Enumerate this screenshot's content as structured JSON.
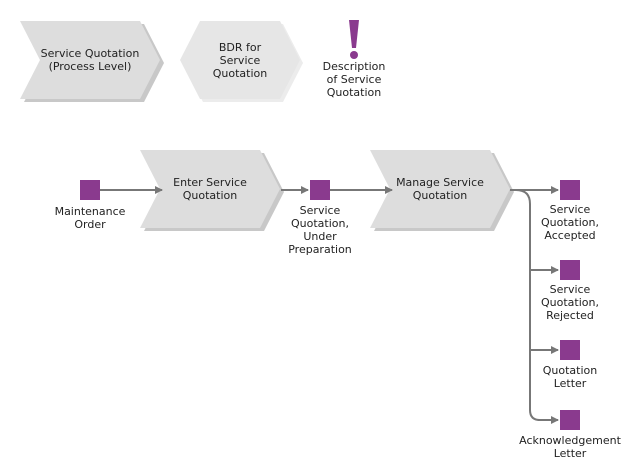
{
  "colors": {
    "process_fill": "#dddddd",
    "process_shadow": "#c4c4c4",
    "object_fill": "#8a3a8e",
    "exclaim": "#8a3a8e",
    "connector": "#777777"
  },
  "header": {
    "process_level": "Service Quotation\n(Process Level)",
    "bdr": "BDR for\nService\nQuotation",
    "description": "Description\nof Service\nQuotation",
    "description_icon": "exclamation-icon"
  },
  "flow": {
    "objects": {
      "maintenance_order": "Maintenance\nOrder",
      "under_preparation": "Service\nQuotation,\nUnder\nPreparation",
      "accepted": "Service\nQuotation,\nAccepted",
      "rejected": "Service\nQuotation,\nRejected",
      "quotation_letter": "Quotation\nLetter",
      "acknowledgement_letter": "Acknowledgement\nLetter"
    },
    "steps": {
      "enter": "Enter Service\nQuotation",
      "manage": "Manage Service\nQuotation"
    }
  }
}
